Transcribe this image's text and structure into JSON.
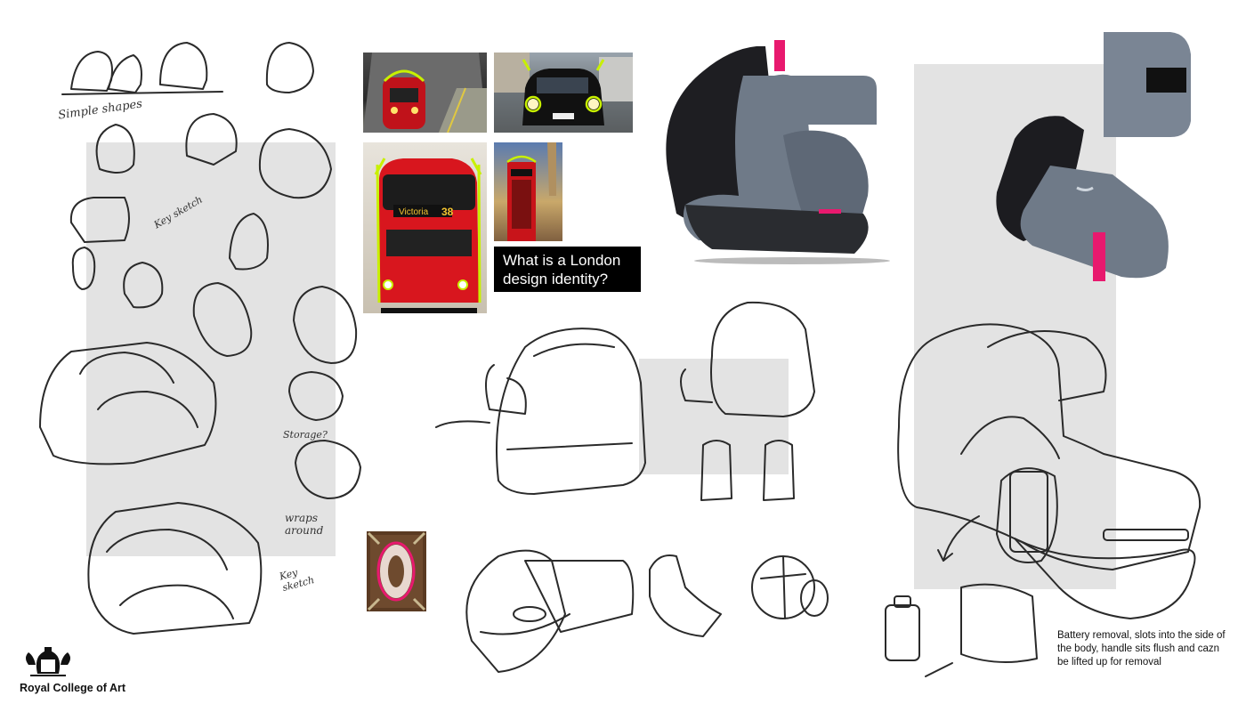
{
  "question": {
    "line1": "What is a London",
    "line2": "design identity?"
  },
  "battery_note": "Battery removal, slots into the side of the body, handle sits flush and cazn be lifted up for removal",
  "brand": {
    "name": "Royal College of Art"
  },
  "sketch_notes": {
    "simple_shapes": "Simple shapes",
    "key_sketch_1": "Key sketch",
    "storage": "Storage?",
    "wraps_around": "wraps around",
    "key_sketch_2": "Key sketch"
  },
  "photos": {
    "bus_route": "Victoria",
    "bus_number": "38"
  },
  "colors": {
    "accent_pink": "#e8196e",
    "highlight_green": "#c8f000",
    "render_grey": "#6f7a88",
    "panel_grey": "#e3e3e3"
  }
}
